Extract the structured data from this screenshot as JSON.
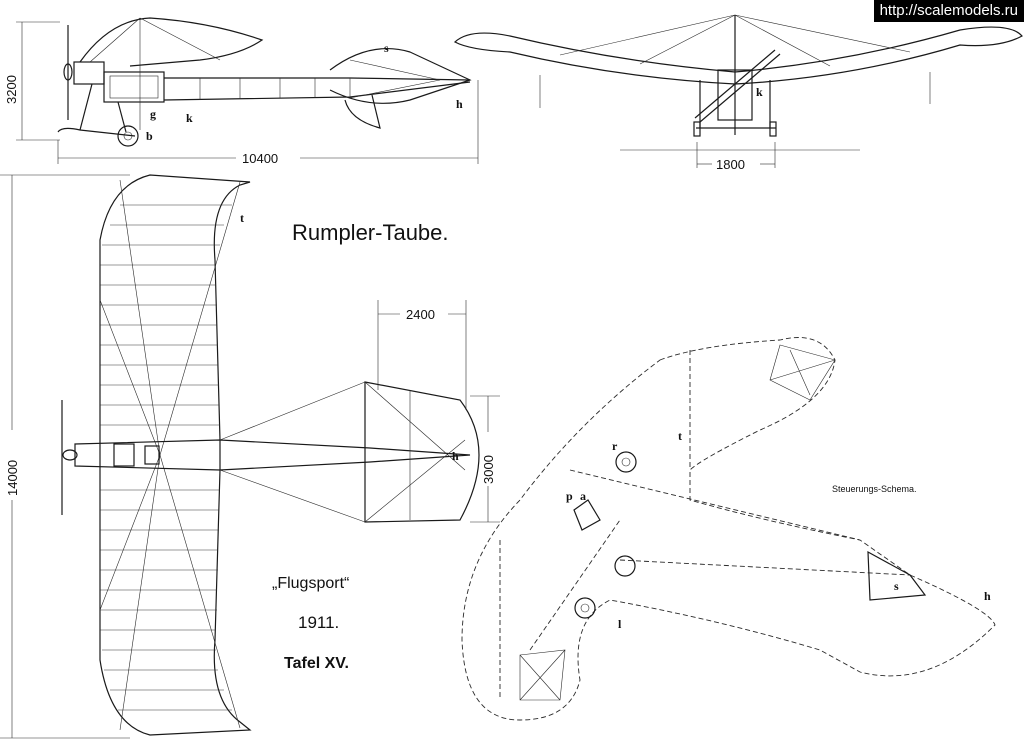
{
  "watermark": "http://scalemodels.ru",
  "title": "Rumpler-Taube.",
  "source_line": "„Flugsport“",
  "year": "1911.",
  "plate": "Tafel XV.",
  "scheme_label": "Steuerungs-Schema.",
  "dimensions": {
    "height": "3200",
    "length": "10400",
    "track": "1800",
    "span": "14000",
    "tail_length": "2400",
    "tail_width": "3000"
  },
  "letters": {
    "side_s": "s",
    "side_h": "h",
    "side_g": "g",
    "side_k": "k",
    "side_b": "b",
    "front_k": "k",
    "top_t": "t",
    "top_h": "h",
    "scheme_r": "r",
    "scheme_t": "t",
    "scheme_p": "p",
    "scheme_a": "a",
    "scheme_l": "l",
    "scheme_s": "s",
    "scheme_h": "h"
  }
}
